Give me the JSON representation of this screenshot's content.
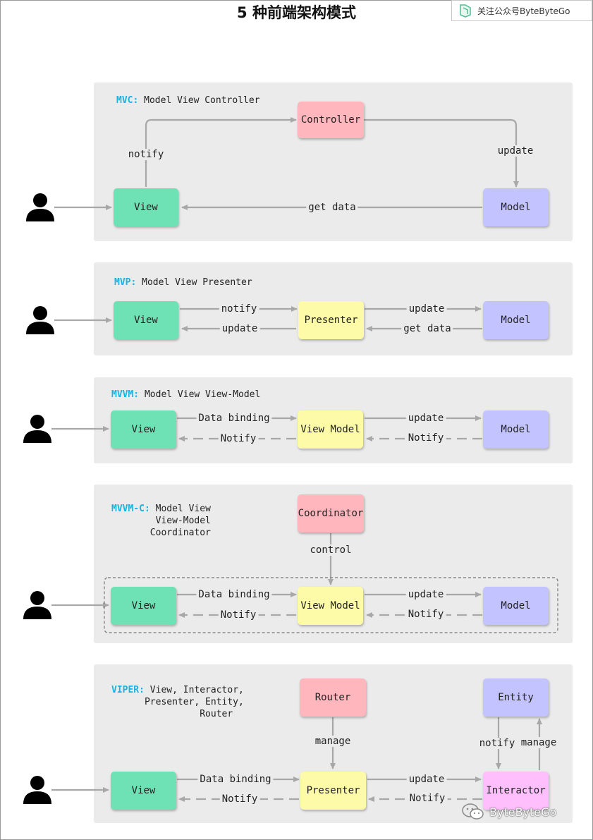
{
  "title": "5 种前端架构模式",
  "badge": "关注公众号ByteByteGo",
  "watermark": "ByteByteGo",
  "colors": {
    "accent": "#1ab2e0",
    "view": "#6ee2b5",
    "controller": "#ffb6bc",
    "presenter": "#fdfaa8",
    "model": "#c3c3ff",
    "interactor": "#ffbefc",
    "panel": "#ebebeb",
    "arrow": "#a8a8a8"
  },
  "mvc": {
    "abbr": "MVC:",
    "name": " Model View Controller",
    "controller": "Controller",
    "view": "View",
    "model": "Model",
    "notify": "notify",
    "update": "update",
    "get_data": "get data"
  },
  "mvp": {
    "abbr": "MVP:",
    "name": " Model View Presenter",
    "view": "View",
    "presenter": "Presenter",
    "model": "Model",
    "notify": "notify",
    "update_left": "update",
    "update_right": "update",
    "get_data": "get data"
  },
  "mvvm": {
    "abbr": "MVVM:",
    "name": " Model View View-Model",
    "view": "View",
    "view_model": "View Model",
    "model": "Model",
    "data_binding": "Data binding",
    "notify_left": "Notify",
    "update": "update",
    "notify_right": "Notify"
  },
  "mvvmc": {
    "abbr": "MVVM-C:",
    "name": " Model View\n        View-Model\n       Coordinator",
    "coordinator": "Coordinator",
    "control": "control",
    "view": "View",
    "view_model": "View Model",
    "model": "Model",
    "data_binding": "Data binding",
    "notify_left": "Notify",
    "update": "update",
    "notify_right": "Notify"
  },
  "viper": {
    "abbr": "VIPER:",
    "name": " View, Interactor,\n      Presenter, Entity,\n                Router",
    "router": "Router",
    "manage_left": "manage",
    "entity": "Entity",
    "notify_up": "notify",
    "manage_right": "manage",
    "view": "View",
    "presenter": "Presenter",
    "interactor": "Interactor",
    "data_binding": "Data binding",
    "notify_left": "Notify",
    "update": "update",
    "notify_right": "Notify"
  }
}
